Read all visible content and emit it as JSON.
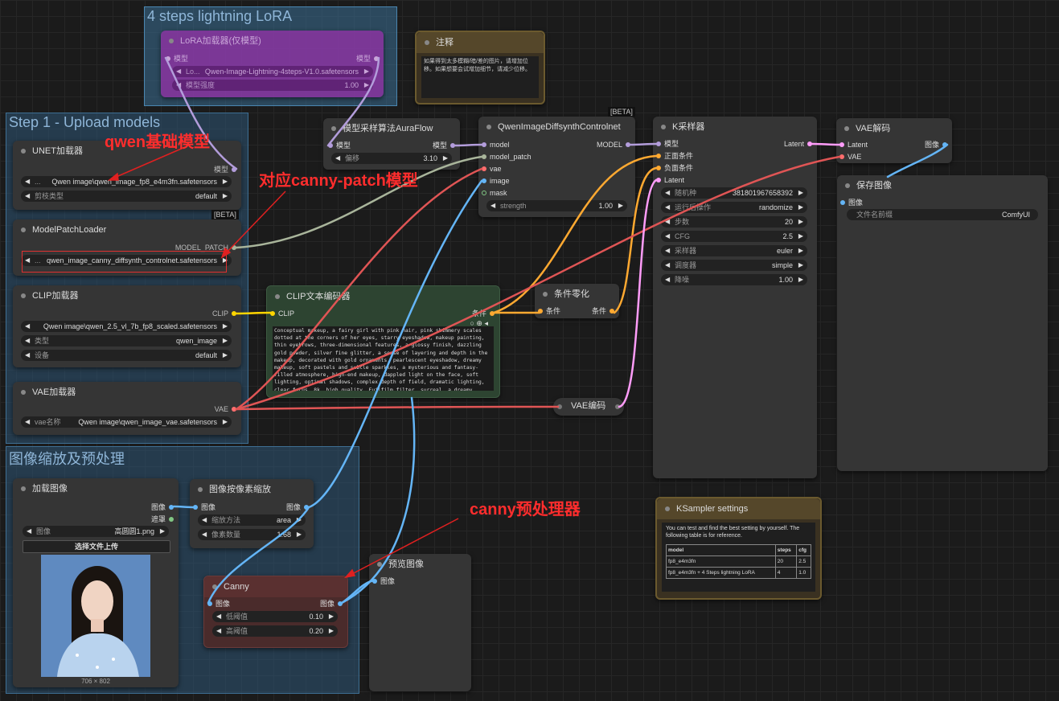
{
  "groups": {
    "lora": "4 steps lightning LoRA",
    "step1": "Step 1 - Upload models",
    "image": "图像缩放及预处理"
  },
  "lora_node": {
    "title": "LoRA加载器(仅模型)",
    "in_model": "模型",
    "out_model": "模型",
    "lora_label": "Lo...",
    "lora_value": "Qwen-Image-Lightning-4steps-V1.0.safetensors",
    "strength_label": "模型强度",
    "strength_value": "1.00"
  },
  "note_node": {
    "title": "注释",
    "text": "如果得到太多模糊/暗/差的图片，请增加位移。如果想要会试增加细节，请减少位移。"
  },
  "unet_node": {
    "title": "UNET加载器",
    "out_model": "模型",
    "unet_label": "...",
    "unet_value": "Qwen image\\qwen_image_fp8_e4m3fn.safetensors",
    "dtype_label": "剪枝类型",
    "dtype_value": "default"
  },
  "patch_node": {
    "badge": "[BETA]",
    "title": "ModelPatchLoader",
    "out": "MODEL_PATCH",
    "name_label": "...",
    "name_value": "qwen_image_canny_diffsynth_controlnet.safetensors"
  },
  "clip_node": {
    "title": "CLIP加载器",
    "out": "CLIP",
    "name_value": "Qwen image\\qwen_2.5_vl_7b_fp8_scaled.safetensors",
    "type_label": "类型",
    "type_value": "qwen_image",
    "device_label": "设备",
    "device_value": "default"
  },
  "vae_node": {
    "title": "VAE加载器",
    "out": "VAE",
    "name_label": "vae名称",
    "name_value": "Qwen image\\qwen_image_vae.safetensors"
  },
  "aura_node": {
    "title": "模型采样算法AuraFlow",
    "in_model": "模型",
    "out_model": "模型",
    "shift_label": "偏移",
    "shift_value": "3.10"
  },
  "diffsynth_node": {
    "badge": "[BETA]",
    "title": "QwenImageDiffsynthControlnet",
    "in_model": "model",
    "in_patch": "model_patch",
    "in_vae": "vae",
    "in_image": "image",
    "in_mask": "mask",
    "out": "MODEL",
    "strength_label": "strength",
    "strength_value": "1.00"
  },
  "ksampler_node": {
    "title": "K采样器",
    "in_model": "模型",
    "in_pos": "正面条件",
    "in_neg": "负面条件",
    "in_latent": "Latent",
    "out": "Latent",
    "seed_label": "随机种",
    "seed_value": "381801967658392",
    "after_label": "运行后操作",
    "after_value": "randomize",
    "steps_label": "步数",
    "steps_value": "20",
    "cfg_label": "CFG",
    "cfg_value": "2.5",
    "sampler_label": "采样器",
    "sampler_value": "euler",
    "scheduler_label": "调度器",
    "scheduler_value": "simple",
    "denoise_label": "降噪",
    "denoise_value": "1.00"
  },
  "vaedecode_node": {
    "title": "VAE解码",
    "in_latent": "Latent",
    "in_vae": "VAE",
    "out": "图像"
  },
  "save_node": {
    "title": "保存图像",
    "in_image": "图像",
    "prefix_label": "文件名前缀",
    "prefix_value": "ComfyUI"
  },
  "cliptext_node": {
    "title": "CLIP文本编码器",
    "in_clip": "CLIP",
    "out": "条件",
    "prompt": "Conceptual makeup, a fairy girl with pink hair, pink shimmery scales dotted at the corners of her eyes, starry eyeshadow, makeup painting, thin eyebrows, three-dimensional features, a glossy finish, dazzling gold powder, silver fine glitter, a sense of layering and depth in the makeup, decorated with gold ornaments, pearlescent eyeshadow, dreamy makeup, soft pastels and subtle sparkles, a mysterious and fantasy-filled atmosphere, high-end makeup, dappled light on the face, soft lighting, optimal shadows, complex depth of field, dramatic lighting, clear focus, 8k, high quality, Fujifilm filter, surreal, a dreamy pastel wonderland, bright colors, a stereo pink background, realistic"
  },
  "zero_node": {
    "title": "条件零化",
    "in": "条件",
    "out": "条件"
  },
  "vaeencode_node": {
    "title": "VAE编码"
  },
  "loadimg_node": {
    "title": "加载图像",
    "out_image": "图像",
    "out_mask": "遮罩",
    "image_label": "图像",
    "image_value": "高圆圆1.png",
    "upload_label": "选择文件上传",
    "size": "706 × 802"
  },
  "scale_node": {
    "title": "图像按像素缩放",
    "in": "图像",
    "out": "图像",
    "method_label": "缩放方法",
    "method_value": "area",
    "mp_label": "像素数量",
    "mp_value": "1.68"
  },
  "canny_node": {
    "title": "Canny",
    "in": "图像",
    "out": "图像",
    "low_label": "低阈值",
    "low_value": "0.10",
    "high_label": "高阈值",
    "high_value": "0.20"
  },
  "preview_node": {
    "title": "预览图像",
    "in": "图像"
  },
  "ksettings_node": {
    "title": "KSampler settings",
    "intro": "You can test and find the best setting by yourself. The following table is for reference.",
    "headers": [
      "model",
      "steps",
      "cfg"
    ],
    "rows": [
      [
        "fp8_e4m3fn",
        "20",
        "2.5"
      ],
      [
        "fp8_e4m3fn + 4 Steps lightning LoRA",
        "4",
        "1.0"
      ]
    ]
  },
  "annotations": {
    "qwen": "qwen基础模型",
    "canny_patch": "对应canny-patch模型",
    "canny_pre": "canny预处理器"
  },
  "colors": {
    "model": "#b39ddb",
    "clip": "#ffd500",
    "vae": "#ff6e6e",
    "image": "#64b5f6",
    "latent": "#ff9cf9",
    "conditioning": "#ffa931",
    "patch": "#a9b59b",
    "annotation": "#ff2d2d"
  }
}
